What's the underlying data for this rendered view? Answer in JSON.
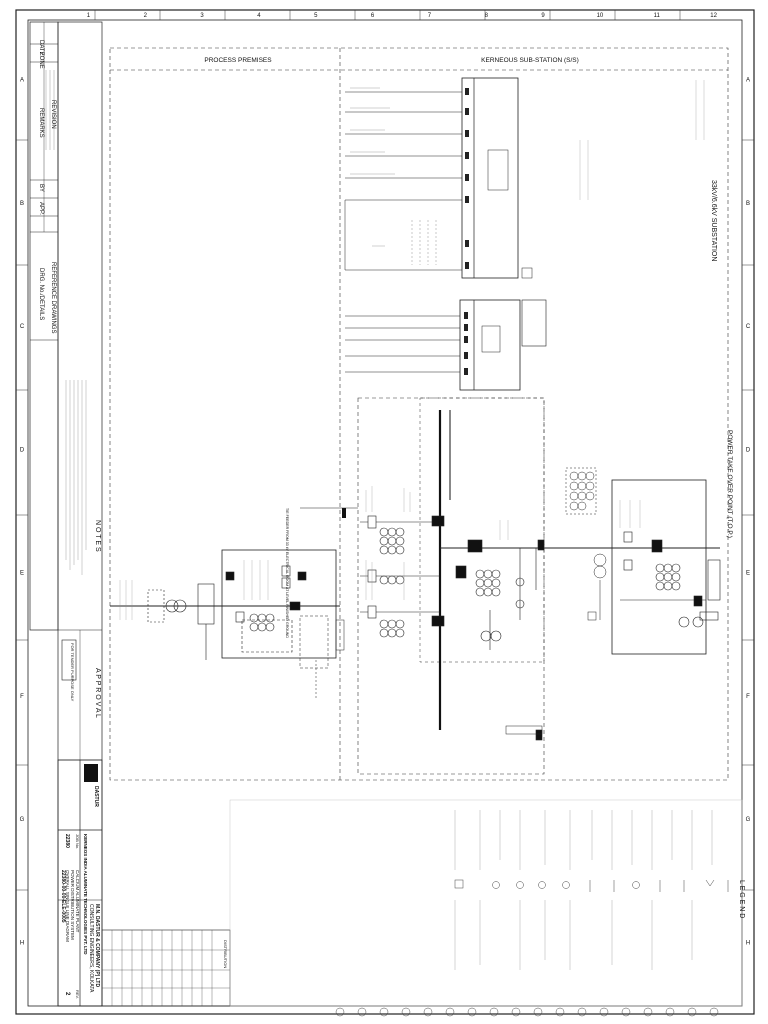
{
  "drawing": {
    "process_premises": "PROCESS PREMISES",
    "substation_header": "KERNEOUS SUB-STATION (S/S)",
    "substation_title": "33kV/6.6kV SUBSTATION",
    "power_takeover": "POWER TAKE OVER POINT (T.O.P.)",
    "notes_title": "N O T E S",
    "approval_title": "A P P R O V A L",
    "legend_title": "L E G E N D",
    "revision_label": "REVISION",
    "reference_label": "REFERENCE DRAWINGS",
    "remarks_label": "REMARKS",
    "date_label": "DATE",
    "zone_label": "ZONE",
    "by_label": "BY",
    "app_label": "APP.",
    "drg_no_label": "DRG. No./DETAILS",
    "for_tender": "FOR TENDER PURPOSE ONLY",
    "company_line1": "M.N. DASTUR & COMPANY (P) LTD",
    "company_line2": "CONSULTING ENGINEERS, KOLKATA",
    "client": "KERNEOS INDIA ALUMINATE TECHNOLOGIES PVT. LTD",
    "project_line1": "CALCIUM ALUMINATE PLANT",
    "project_line2": "POWER DISTRIBUTION SYSTEM",
    "project_line3": "OVERALL SINGLE LINE DIAGRAM",
    "drawing_no": "22380-00-00-ELE-0005",
    "job_no_label": "JOB No.",
    "job_no": "22380",
    "rev_label": "REV.",
    "rev_no": "2",
    "dastur_logo": "DASTUR",
    "tie_feeder": "TIE FEEDER FROM 33 kV ELECTRICAL ROOM AT LEVEL FINISHED GROUND",
    "col_numbers": [
      "1",
      "2",
      "3",
      "4",
      "5",
      "6",
      "7",
      "8",
      "9",
      "10",
      "11",
      "12"
    ],
    "row_letters": [
      "A",
      "B",
      "C",
      "D",
      "E",
      "F",
      "G",
      "H"
    ],
    "distribution_title": "DISTRIBUTION",
    "icon_names": [
      "dastur-logo-icon",
      "transformer-icon",
      "circuit-breaker-icon",
      "isolator-icon",
      "current-transformer-icon",
      "motor-icon",
      "earth-icon",
      "relay-icon"
    ]
  }
}
